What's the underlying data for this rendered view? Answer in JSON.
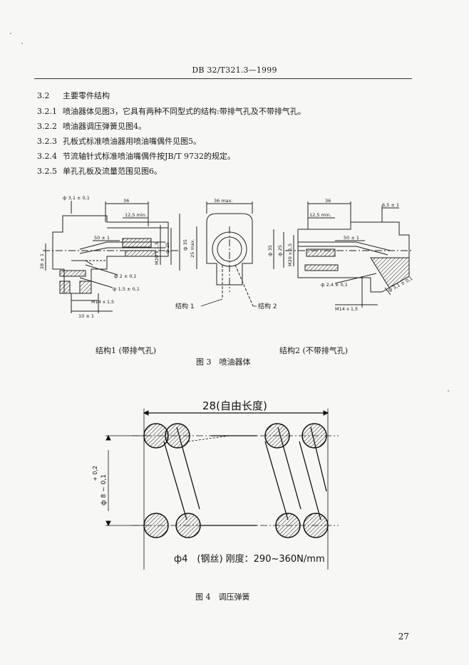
{
  "header": {
    "standard": "DB 32/T321.3—1999"
  },
  "sections": [
    {
      "num": "3.2",
      "text": "主要零件结构"
    },
    {
      "num": "3.2.1",
      "text": "喷油器体见图3，它具有两种不同型式的结构:带排气孔及不带排气孔。"
    },
    {
      "num": "3.2.2",
      "text": "喷油器调压弹簧见图4。"
    },
    {
      "num": "3.2.3",
      "text": "孔板式标准喷油器用喷油嘴偶件见图5。"
    },
    {
      "num": "3.2.4",
      "text": "节流轴针式标准喷油嘴偶件按JB/T 9732的规定。"
    },
    {
      "num": "3.2.5",
      "text": "单孔孔板及流量范围见图6。"
    }
  ],
  "figure3": {
    "left_dims": {
      "d_top": "ф 3,1 ± 0,1",
      "w36": "36",
      "w125": "12,5 min.",
      "w50": "50 ± 1",
      "m20": "M20 x 1,5",
      "d25": "ф 25",
      "d35": "ф 35",
      "h28": "28 ± 1",
      "d2": "ф 2 ± 0,1",
      "d15": "ф 1,5 ± 0,1",
      "m14": "M14 x 1,5",
      "w10": "10 ± 1"
    },
    "mid_dims": {
      "w36max": "36 max.",
      "h25max": "25 max.",
      "label1": "结构 1",
      "label2": "结构 2"
    },
    "right_dims": {
      "w36": "36",
      "w125": "12,5 min.",
      "w65": "6,5 ± 1",
      "w50": "50 ± 1",
      "d35": "ф 35",
      "d25": "ф 25",
      "m20": "M20 x 1,5",
      "d24": "ф 2,4 ± 0,1",
      "d31": "ф 3,1 ± 0,1",
      "m14": "M14 x 1,5"
    },
    "sub_left": "结构1 (带排气孔)",
    "sub_right": "结构2 (不带排气孔)",
    "caption": "图 3　喷油器体"
  },
  "figure4": {
    "free_length": "28(自由长度)",
    "diameter": "ф 8 − 0,1",
    "tolerance": "+ 0,2",
    "wire_note": "ф4　(钢丝) 刚度：290~360N/mm",
    "caption": "图 4　调压弹簧"
  },
  "page_number": "27",
  "colors": {
    "ink": "#1a1a1a",
    "paper": "#f7f7f5"
  }
}
